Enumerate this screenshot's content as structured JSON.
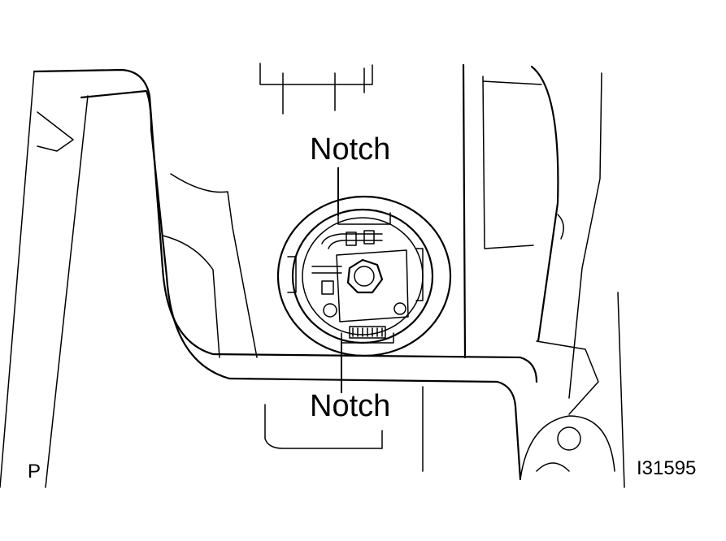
{
  "callouts": {
    "top": "Notch",
    "bottom": "Notch"
  },
  "corner_view_label": "P",
  "figure_id": "I31595",
  "colors": {
    "ink": "#000000",
    "paper": "#ffffff"
  }
}
